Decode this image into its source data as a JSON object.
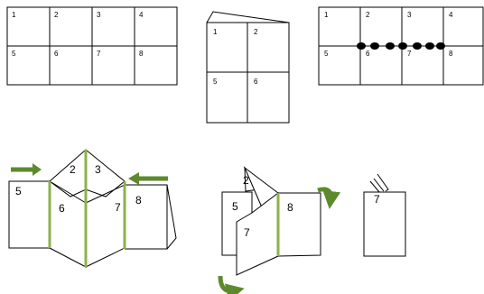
{
  "step1": {
    "cells": [
      "1",
      "2",
      "3",
      "4",
      "5",
      "6",
      "7",
      "8"
    ]
  },
  "step2": {
    "cells": [
      "1",
      "2",
      "5",
      "6"
    ]
  },
  "step3": {
    "cells": [
      "1",
      "2",
      "3",
      "4",
      "5",
      "6",
      "7",
      "8"
    ]
  },
  "step4": {
    "labels": [
      "2",
      "3",
      "5",
      "6",
      "7",
      "8"
    ]
  },
  "step5": {
    "labels": [
      "2",
      "5",
      "7",
      "8"
    ]
  },
  "step6": {
    "label": "7"
  },
  "colors": {
    "fold_line": "#8db04c",
    "arrow": "#5e8a2d",
    "line": "#000000"
  }
}
